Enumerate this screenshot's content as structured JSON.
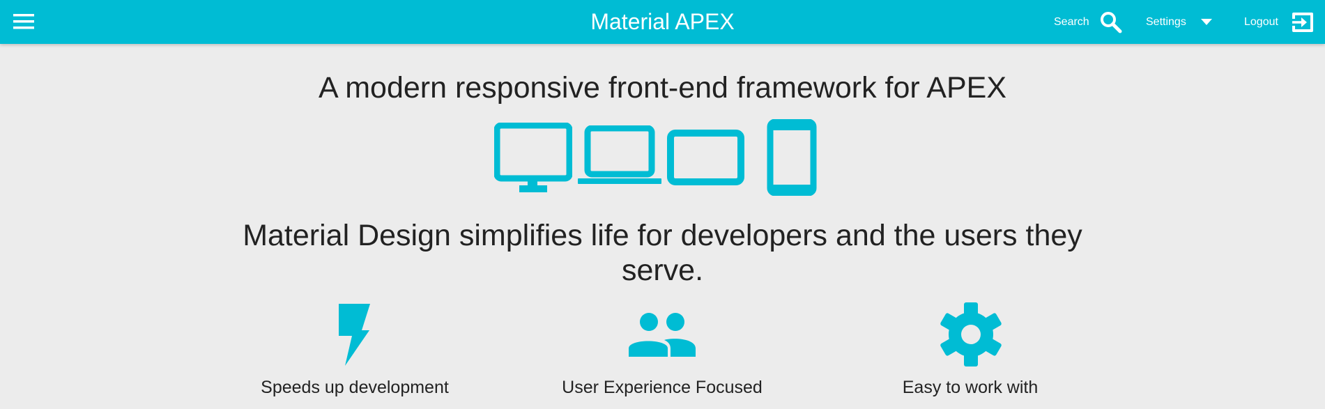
{
  "header": {
    "title": "Material APEX",
    "search_label": "Search",
    "settings_label": "Settings",
    "logout_label": "Logout",
    "accent_color": "#00bcd4",
    "icons": [
      "menu-icon",
      "search-icon",
      "caret-down-icon",
      "logout-icon"
    ]
  },
  "hero": {
    "headline": "A modern responsive front-end framework for APEX",
    "device_icons": [
      "desktop-icon",
      "laptop-icon",
      "tablet-landscape-icon",
      "phone-icon"
    ],
    "subheadline": "Material Design simplifies life for developers and the users they serve."
  },
  "features": [
    {
      "icon": "lightning-icon",
      "label": "Speeds up development"
    },
    {
      "icon": "people-icon",
      "label": "User Experience Focused"
    },
    {
      "icon": "gear-icon",
      "label": "Easy to work with"
    }
  ],
  "colors": {
    "primary": "#00bcd4",
    "background": "#ececec",
    "text": "#222222"
  }
}
